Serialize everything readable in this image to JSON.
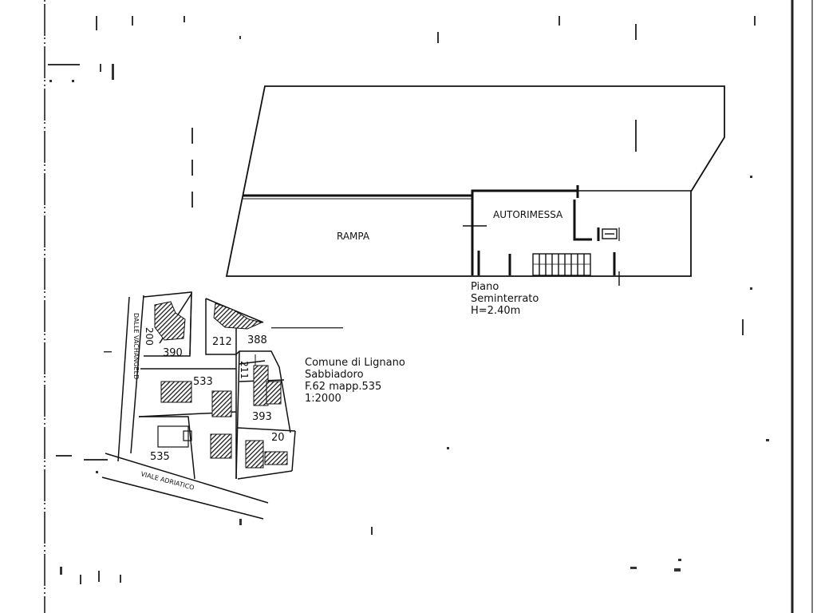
{
  "floor_plan": {
    "ramp_label": "RAMPA",
    "garage_label": "AUTORIMESSA",
    "caption_lines": [
      "Piano",
      "Seminterrato",
      "H=2.40m"
    ]
  },
  "site_map": {
    "parcels": {
      "p200": "200",
      "p390": "390",
      "p212": "212",
      "p388": "388",
      "p533": "533",
      "p211": "211",
      "p393": "393",
      "p20": "20",
      "p535": "535"
    },
    "streets": {
      "side_street": "DALLE VACHANGELD",
      "main_street": "VIALE ADRIATICO"
    },
    "caption_lines": [
      "Comune di Lignano",
      "Sabbiadoro",
      "F.62 mapp.535",
      "1:2000"
    ]
  },
  "colors": {
    "ink": "#111111",
    "hatch": "#2a2a2a",
    "paper": "#ffffff"
  }
}
